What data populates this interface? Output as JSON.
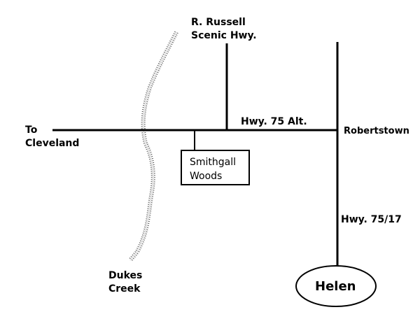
{
  "map": {
    "labels": {
      "to_cleveland_line1": "To",
      "to_cleveland_line2": "Cleveland",
      "russell_line1": "R. Russell",
      "russell_line2": "Scenic Hwy.",
      "hwy75_alt": "Hwy. 75 Alt.",
      "robertstown": "Robertstown",
      "smithgall_line1": "Smithgall",
      "smithgall_line2": "Woods",
      "hwy75_17": "Hwy. 75/17",
      "dukes_line1": "Dukes",
      "dukes_line2": "Creek",
      "helen": "Helen"
    },
    "colors": {
      "road": "#000000",
      "creek": "#a8a8a8",
      "background": "#ffffff"
    }
  }
}
